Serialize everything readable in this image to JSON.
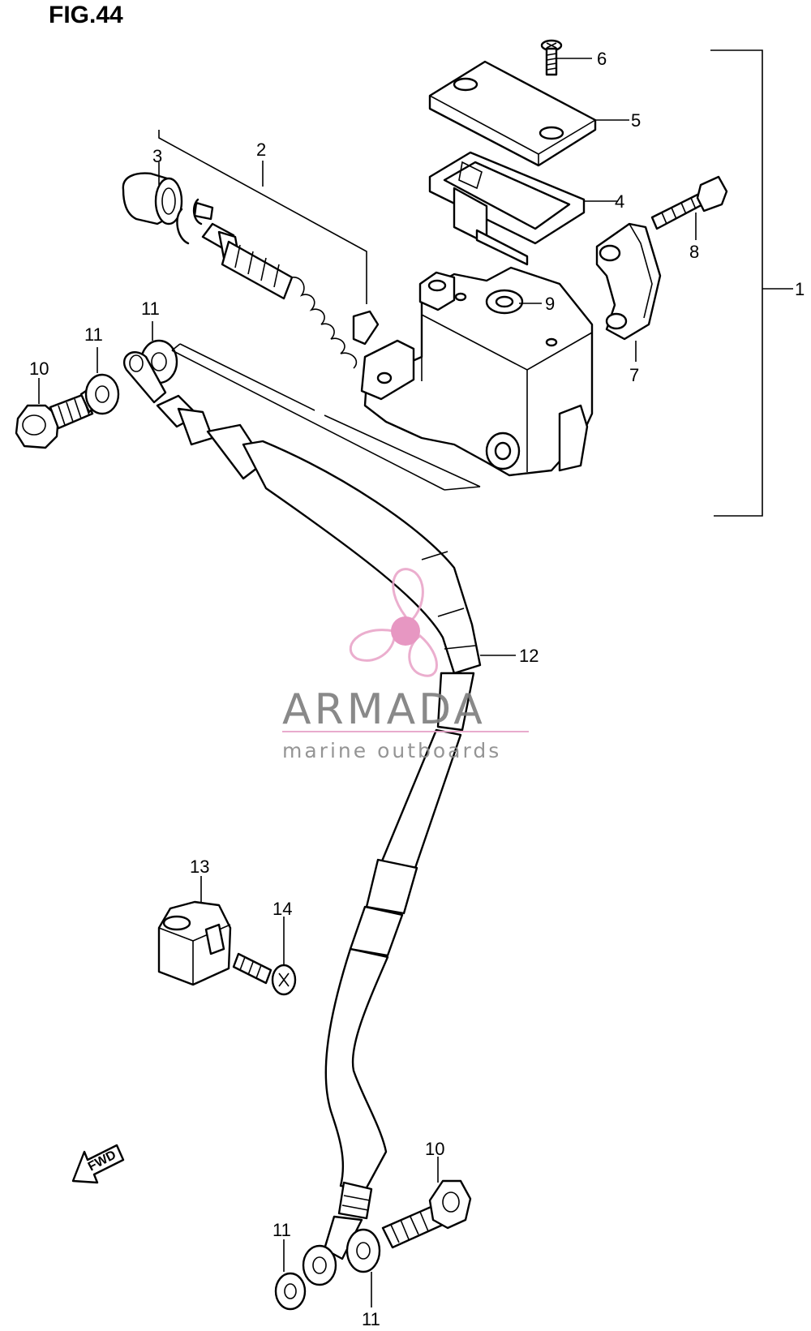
{
  "figure": {
    "title": "FIG.44"
  },
  "callouts": [
    {
      "id": "c6",
      "label": "6"
    },
    {
      "id": "c5",
      "label": "5"
    },
    {
      "id": "c4",
      "label": "4"
    },
    {
      "id": "c1",
      "label": "1"
    },
    {
      "id": "c2",
      "label": "2"
    },
    {
      "id": "c3",
      "label": "3"
    },
    {
      "id": "c8",
      "label": "8"
    },
    {
      "id": "c9",
      "label": "9"
    },
    {
      "id": "c7",
      "label": "7"
    },
    {
      "id": "c11a",
      "label": "11"
    },
    {
      "id": "c11b",
      "label": "11"
    },
    {
      "id": "c10a",
      "label": "10"
    },
    {
      "id": "c12",
      "label": "12"
    },
    {
      "id": "c13",
      "label": "13"
    },
    {
      "id": "c14",
      "label": "14"
    },
    {
      "id": "c10b",
      "label": "10"
    },
    {
      "id": "c11c",
      "label": "11"
    },
    {
      "id": "c11d",
      "label": "11"
    }
  ],
  "watermark": {
    "brand": "ARMADA",
    "tagline": "marine outboards",
    "colors": {
      "logo": "#e9a6c9",
      "logo_dark": "#e58cbc",
      "text": "#7d7d7d",
      "rule": "#e6a3c8"
    }
  },
  "direction_arrow": {
    "label": "FWD",
    "icon": "fwd-arrow-icon"
  }
}
